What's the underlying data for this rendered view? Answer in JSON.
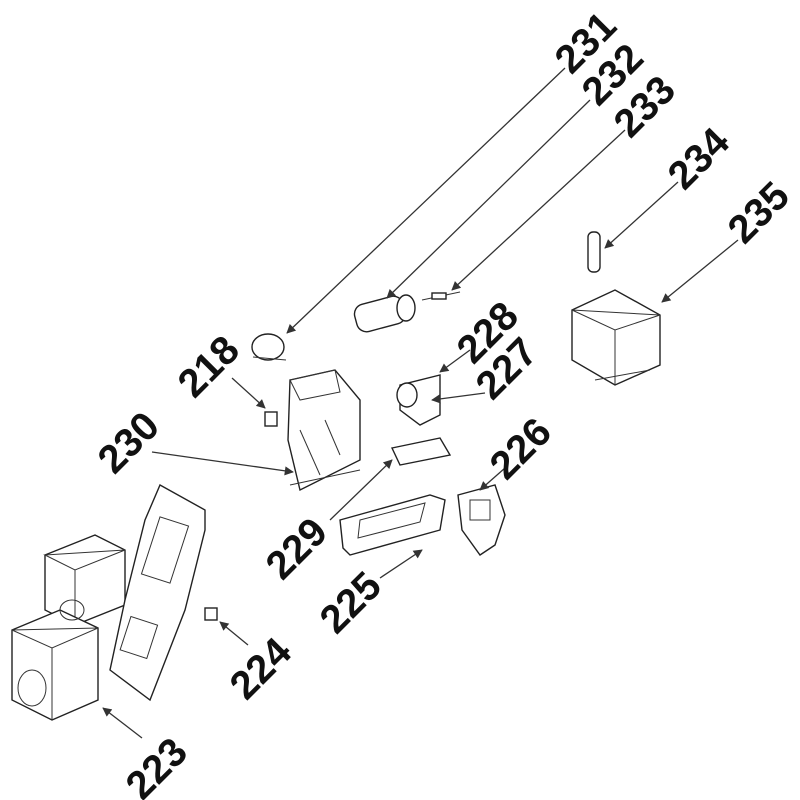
{
  "diagram": {
    "type": "exploded parts diagram",
    "callouts": [
      {
        "id": "231",
        "label": "231"
      },
      {
        "id": "232",
        "label": "232"
      },
      {
        "id": "233",
        "label": "233"
      },
      {
        "id": "234",
        "label": "234"
      },
      {
        "id": "235",
        "label": "235"
      },
      {
        "id": "218",
        "label": "218"
      },
      {
        "id": "228",
        "label": "228"
      },
      {
        "id": "227",
        "label": "227"
      },
      {
        "id": "230",
        "label": "230"
      },
      {
        "id": "226",
        "label": "226"
      },
      {
        "id": "229",
        "label": "229"
      },
      {
        "id": "225",
        "label": "225"
      },
      {
        "id": "224",
        "label": "224"
      },
      {
        "id": "223",
        "label": "223"
      }
    ]
  }
}
